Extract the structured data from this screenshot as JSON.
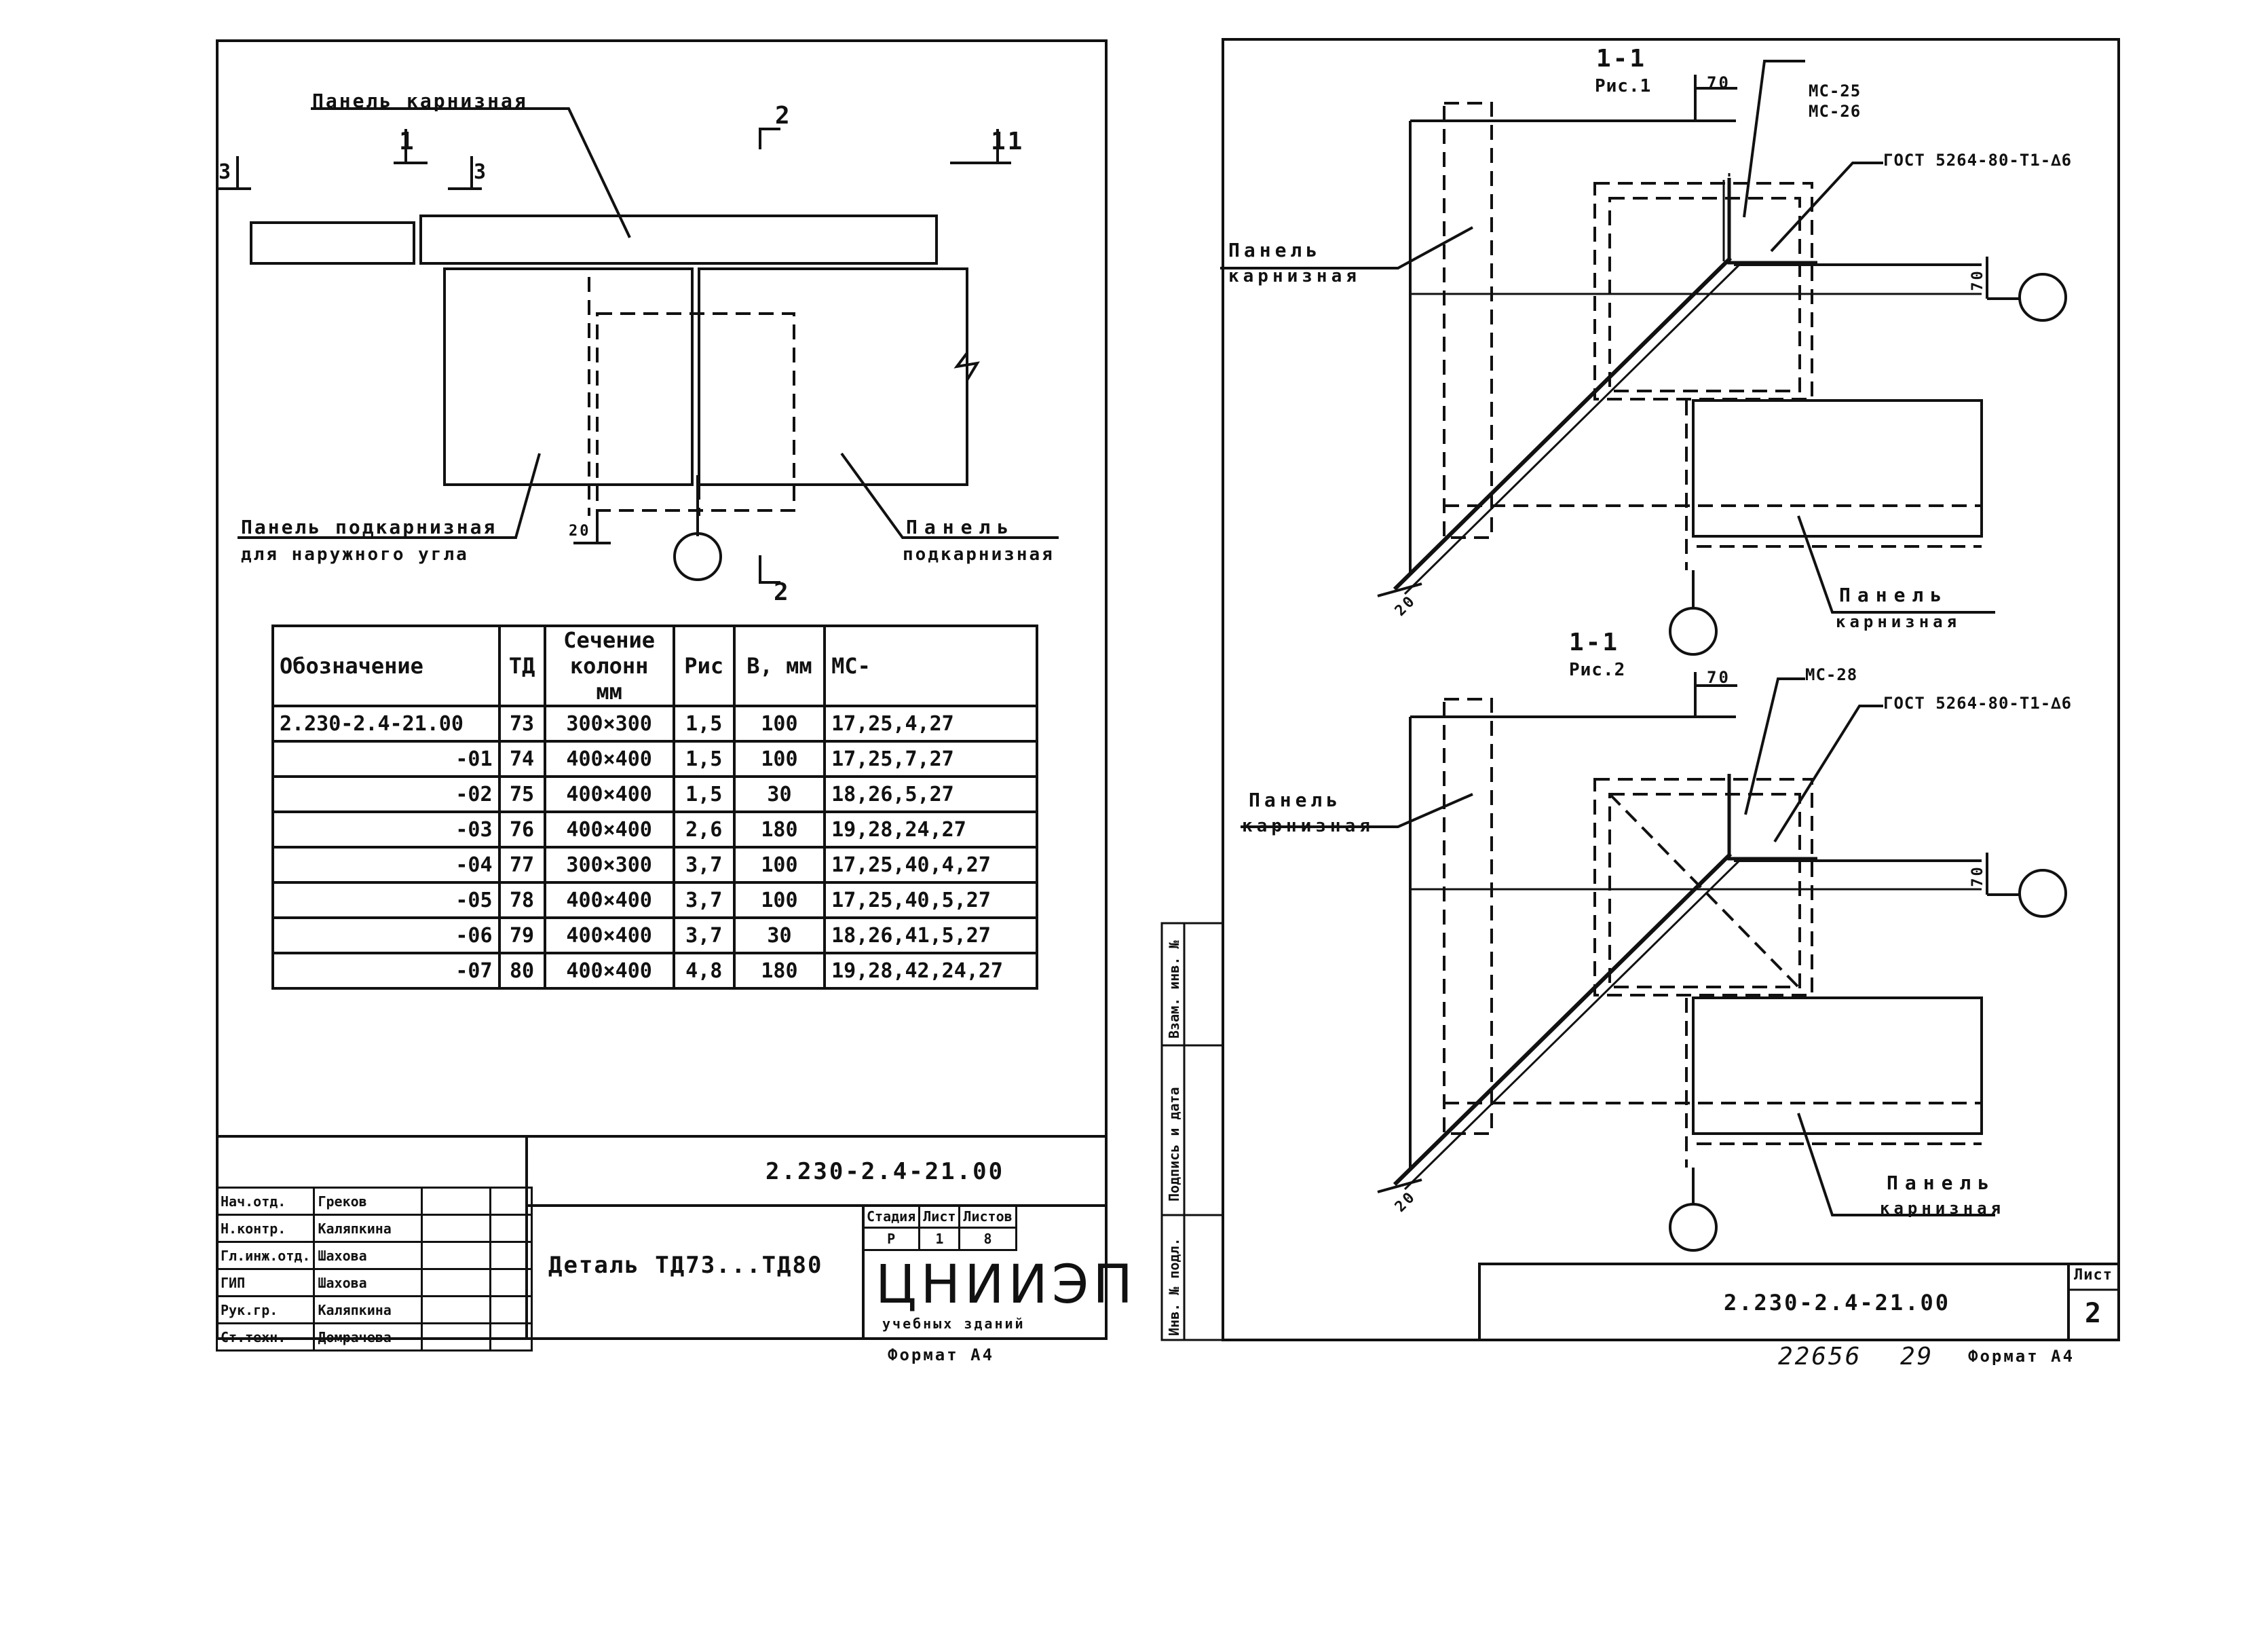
{
  "left_sheet": {
    "callouts": {
      "panel_cornice": "Панель карнизная",
      "section_1": "1",
      "section_2_top": "2",
      "section_2_bottom": "2",
      "section_3": "3",
      "section_11": "11",
      "panel_subcornice_outer_line1": "Панель подкарнизная",
      "panel_subcornice_outer_line2": "для наружного угла",
      "panel_subcornice_line1": "Панель",
      "panel_subcornice_line2": "подкарнизная",
      "dim_20": "20"
    },
    "table": {
      "headers": [
        "Обозначение",
        "ТД",
        "Сечение колонн мм",
        "Рис",
        "В, мм",
        "МС-"
      ],
      "rows": [
        [
          "2.230-2.4-21.00",
          "73",
          "300×300",
          "1,5",
          "100",
          "17,25,4,27"
        ],
        [
          "-01",
          "74",
          "400×400",
          "1,5",
          "100",
          "17,25,7,27"
        ],
        [
          "-02",
          "75",
          "400×400",
          "1,5",
          "30",
          "18,26,5,27"
        ],
        [
          "-03",
          "76",
          "400×400",
          "2,6",
          "180",
          "19,28,24,27"
        ],
        [
          "-04",
          "77",
          "300×300",
          "3,7",
          "100",
          "17,25,40,4,27"
        ],
        [
          "-05",
          "78",
          "400×400",
          "3,7",
          "100",
          "17,25,40,5,27"
        ],
        [
          "-06",
          "79",
          "400×400",
          "3,7",
          "30",
          "18,26,41,5,27"
        ],
        [
          "-07",
          "80",
          "400×400",
          "4,8",
          "180",
          "19,28,42,24,27"
        ]
      ]
    },
    "title_block": {
      "doc_code": "2.230-2.4-21.00",
      "title": "Деталь ТД73...ТД80",
      "stage_label": "Стадия",
      "sheet_label": "Лист",
      "sheets_label": "Листов",
      "stage": "Р",
      "sheet": "1",
      "sheets": "8",
      "org": "ЦНИИЭП",
      "org_sub": "учебных зданий",
      "format": "Формат А4",
      "roles": [
        {
          "role": "Нач.отд.",
          "name": "Греков"
        },
        {
          "role": "Н.контр.",
          "name": "Каляпкина"
        },
        {
          "role": "Гл.инж.отд.",
          "name": "Шахова"
        },
        {
          "role": "ГИП",
          "name": "Шахова"
        },
        {
          "role": "Рук.гр.",
          "name": "Каляпкина"
        },
        {
          "role": "Ст.техн.",
          "name": "Домрачева"
        }
      ]
    }
  },
  "right_sheet": {
    "fig1": {
      "section": "1-1",
      "fig": "Рис.1",
      "dim_top": "70",
      "dim_side": "70",
      "dim_diag": "20",
      "ms_a": "МС-25",
      "ms_b": "МС-26",
      "weld": "ГОСТ 5264-80-Т1-∆6",
      "panel_a_line1": "Панель",
      "panel_a_line2": "карнизная",
      "panel_b_line1": "Панель",
      "panel_b_line2": "карнизная"
    },
    "fig2": {
      "section": "1-1",
      "fig": "Рис.2",
      "dim_top": "70",
      "dim_side": "70",
      "dim_diag": "20",
      "ms": "МС-28",
      "weld": "ГОСТ 5264-80-Т1-∆6",
      "panel_a_line1": "Панель",
      "panel_a_line2": "карнизная",
      "panel_b_line1": "Панель",
      "panel_b_line2": "карнизная"
    },
    "side_stamp": [
      "Инв. № подл.",
      "Подпись и дата",
      "Взам. инв. №"
    ],
    "doc_code": "2.230-2.4-21.00",
    "sheet_label": "Лист",
    "sheet": "2",
    "archive_no": "22656",
    "archive_no2": "29",
    "format": "Формат А4"
  }
}
